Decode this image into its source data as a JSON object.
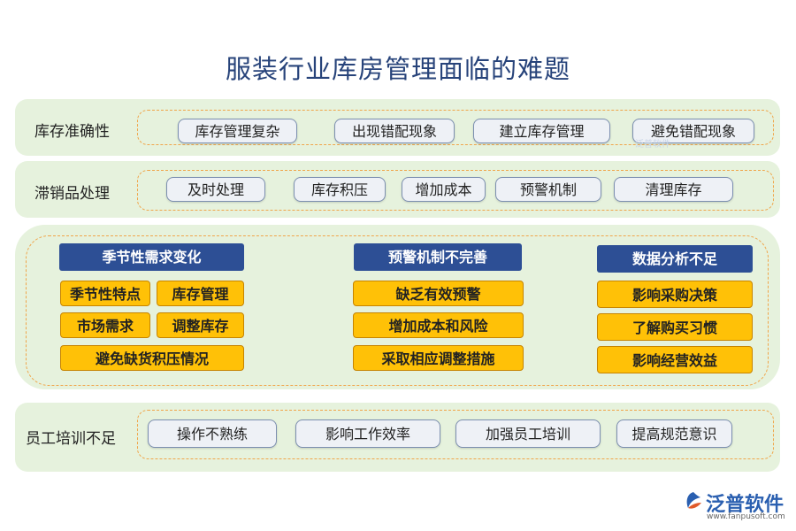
{
  "title": "服装行业库房管理面临的难题",
  "row1": {
    "label": "库存准确性",
    "items": [
      "库存管理复杂",
      "出现错配现象",
      "建立库存管理",
      "避免错配现象"
    ]
  },
  "row2": {
    "label": "滞销品处理",
    "items": [
      "及时处理",
      "库存积压",
      "增加成本",
      "预警机制",
      "清理库存"
    ]
  },
  "middle": {
    "col1": {
      "header": "季节性需求变化",
      "items": [
        "季节性特点",
        "库存管理",
        "市场需求",
        "调整库存",
        "避免缺货积压情况"
      ]
    },
    "col2": {
      "header": "预警机制不完善",
      "items": [
        "缺乏有效预警",
        "增加成本和风险",
        "采取相应调整措施"
      ]
    },
    "col3": {
      "header": "数据分析不足",
      "items": [
        "影响采购决策",
        "了解购买习惯",
        "影响经营效益"
      ]
    }
  },
  "row4": {
    "label": "员工培训不足",
    "items": [
      "操作不熟练",
      "影响工作效率",
      "加强员工培训",
      "提高规范意识"
    ]
  },
  "watermark": "泛普软件",
  "logo": {
    "name": "泛普软件",
    "url": "www.fanpusoft.com"
  },
  "colors": {
    "title": "#27437a",
    "panel_bg": "#e6f2dd",
    "dash": "#f0a54a",
    "header_bg": "#2d4f95",
    "yellow": "#ffc107"
  }
}
